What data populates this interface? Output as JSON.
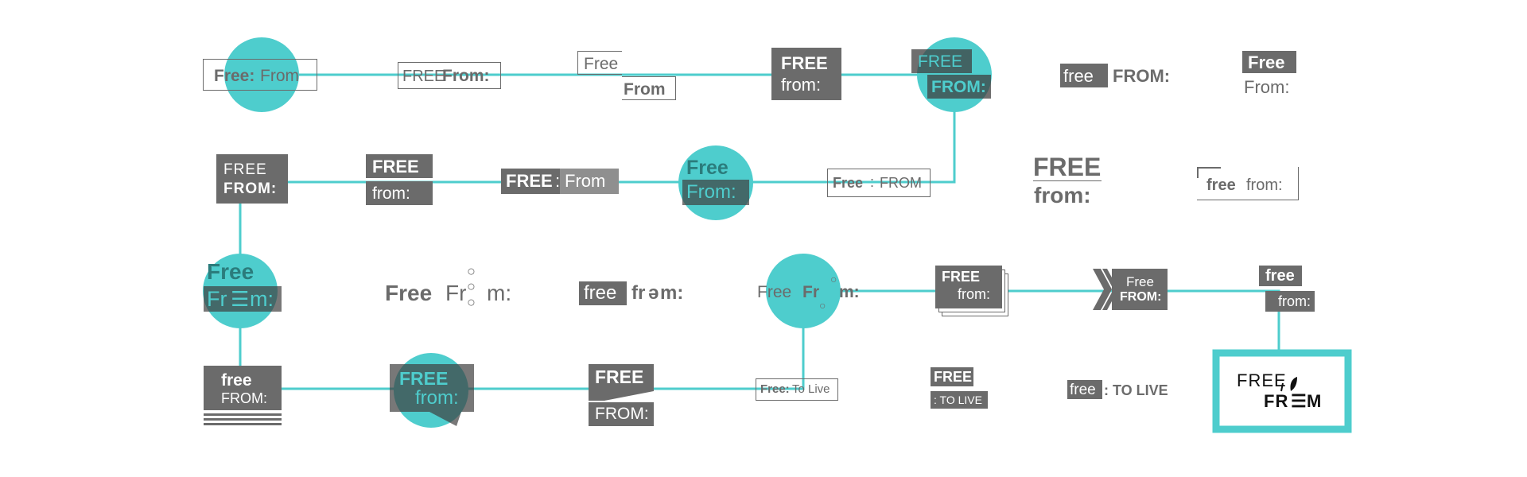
{
  "colors": {
    "accent": "#4ecdcd",
    "logo_gray": "#6b6b6b",
    "final_text": "#111111"
  },
  "logos": {
    "r1c1": {
      "a": "Free:",
      "b": "From"
    },
    "r1c2": {
      "a": "FREE",
      "b": "From:"
    },
    "r1c3": {
      "a": "Free",
      "b": "From"
    },
    "r1c4": {
      "a": "FREE",
      "b": "from:"
    },
    "r1c5": {
      "a": "FREE",
      "b": "FROM:"
    },
    "r1c6": {
      "a": "free",
      "b": "FROM:"
    },
    "r1c7": {
      "a": "Free",
      "b": "From:"
    },
    "r2c1": {
      "a": "FREE",
      "b": "FROM:"
    },
    "r2c2": {
      "a": "FREE",
      "b": "from:"
    },
    "r2c3": {
      "a": "FREE",
      "b": "From"
    },
    "r2c4": {
      "a": "Free",
      "b": "From:"
    },
    "r2c5": {
      "a": "Free",
      "b": "FROM"
    },
    "r2c6": {
      "a": "FREE",
      "b": "from:"
    },
    "r2c7": {
      "a": "free",
      "b": "from:"
    },
    "r3c1": {
      "a": "Free",
      "b": "Fr",
      "c": "m:"
    },
    "r3c2": {
      "a": "Free",
      "b": "Fr",
      "c": "m:"
    },
    "r3c3": {
      "a": "free",
      "b": "fr",
      "c": "m:"
    },
    "r3c4": {
      "a": "Free",
      "b": "Fr",
      "c": "m:"
    },
    "r3c5": {
      "a": "FREE",
      "b": "from:"
    },
    "r3c6": {
      "a": "Free",
      "b": "FROM:"
    },
    "r3c7": {
      "a": "free",
      "b": "from:"
    },
    "r4c1": {
      "a": "free",
      "b": "FROM:"
    },
    "r4c2": {
      "a": "FREE",
      "b": "from:"
    },
    "r4c3": {
      "a": "FREE",
      "b": "FROM:"
    },
    "r4c4": {
      "a": "Free:",
      "b": "To Live"
    },
    "r4c5": {
      "a": "FREE",
      "b": ": TO LIVE"
    },
    "r4c6": {
      "a": "free",
      "b": ": TO LIVE"
    },
    "r4c7": {
      "a": "FREE",
      "b": "FR",
      "c": "M"
    }
  }
}
